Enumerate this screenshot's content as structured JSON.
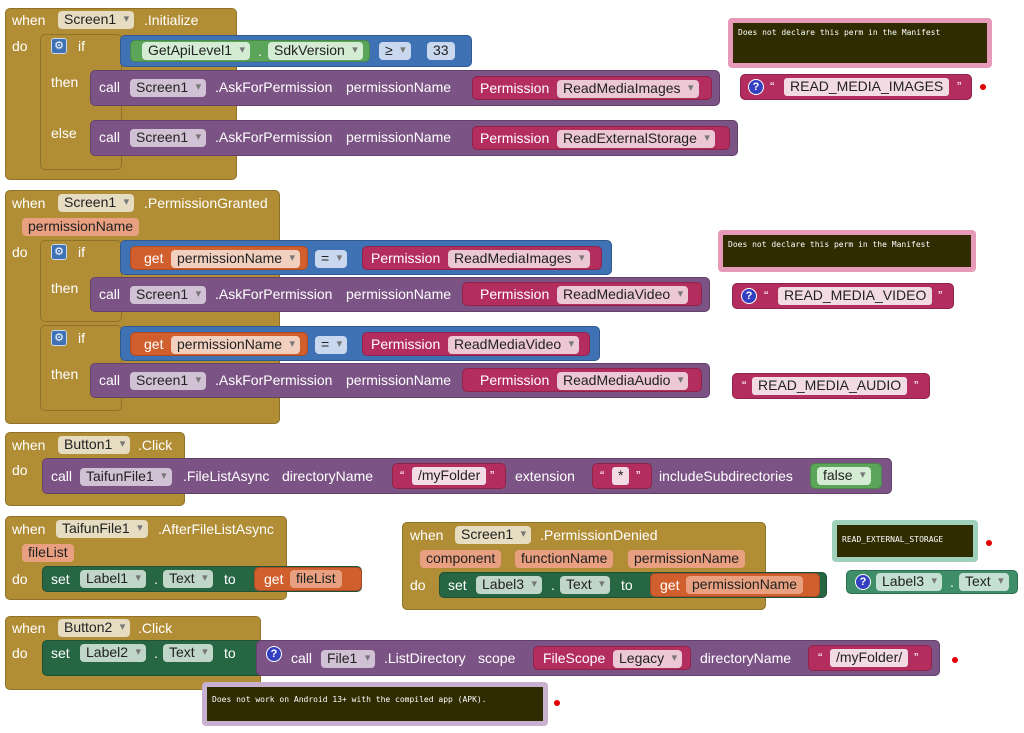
{
  "keywords": {
    "when": "when",
    "do": "do",
    "if": "if",
    "then": "then",
    "else": "else",
    "call": "call",
    "set": "set",
    "to": "to",
    "get": "get",
    "permission": "Permission",
    "permission_name_param": "permissionName",
    "gear_glyph": "⚙",
    "help_glyph": "?",
    "quote": "“",
    "quote_close": "”"
  },
  "block1": {
    "component": "Screen1",
    "event": ".Initialize",
    "api_level": "GetApiLevel1",
    "sdk": "SdkVersion",
    "dot": ".",
    "op": "≥",
    "number": "33",
    "method": ".AskForPermission",
    "perm_then": "ReadMediaImages",
    "perm_else": "ReadExternalStorage",
    "comment": "Does not declare this perm in the Manifest",
    "text": "READ_MEDIA_IMAGES"
  },
  "block2": {
    "component": "Screen1",
    "event": ".PermissionGranted",
    "param": "permissionName",
    "var": "permissionName",
    "eq": "=",
    "cond1": "ReadMediaImages",
    "ask1": "ReadMediaVideo",
    "cond2": "ReadMediaVideo",
    "ask2": "ReadMediaAudio",
    "method": ".AskForPermission",
    "comment": "Does not declare this perm in the Manifest",
    "text_video": "READ_MEDIA_VIDEO",
    "text_audio": "READ_MEDIA_AUDIO"
  },
  "block3": {
    "component": "Button1",
    "event": ".Click",
    "target": "TaifunFile1",
    "method": ".FileListAsync",
    "arg1": "directoryName",
    "val1": "/myFolder",
    "arg2": "extension",
    "val2": "*",
    "arg3": "includeSubdirectories",
    "val3": "false"
  },
  "block4": {
    "component": "TaifunFile1",
    "event": ".AfterFileListAsync",
    "param": "fileList",
    "label": "Label1",
    "prop": "Text",
    "var": "fileList"
  },
  "block5": {
    "component": "Screen1",
    "event": ".PermissionDenied",
    "params": [
      "component",
      "functionName",
      "permissionName"
    ],
    "label": "Label3",
    "prop": "Text",
    "var": "permissionName",
    "comment": "READ_EXTERNAL_STORAGE",
    "orphan_label": "Label3",
    "orphan_prop": "Text"
  },
  "block6": {
    "component": "Button2",
    "event": ".Click",
    "label": "Label2",
    "prop": "Text",
    "target": "File1",
    "method": ".ListDirectory",
    "arg1": "scope",
    "scope_type": "FileScope",
    "scope_val": "Legacy",
    "arg2": "directoryName",
    "val2": "/myFolder/",
    "comment": "Does not work on Android 13+ with the compiled app (APK)."
  },
  "colors": {
    "event": "#b18e35",
    "call": "#7c5385",
    "permission": "#b32d5e",
    "math": "#3f71b5",
    "logic": "#5ba55b",
    "setter": "#266643",
    "variable": "#d05f2d",
    "warning_dot": "#e00000"
  }
}
